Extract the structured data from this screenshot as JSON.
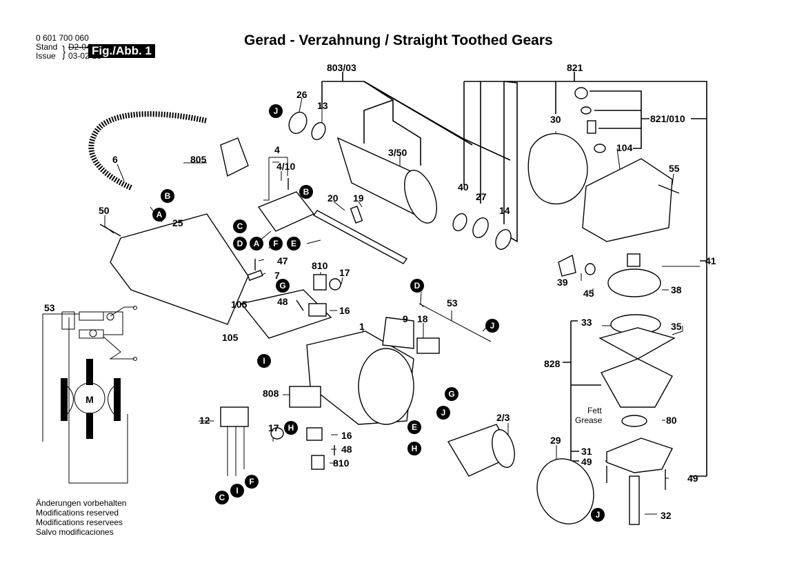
{
  "header": {
    "doc_number": "0 601 700 060",
    "stand_label": "Stand",
    "issue_label": "Issue",
    "stand_value_struck": "D2-04",
    "issue_value": "03-02-28",
    "figure_label": "Fig./Abb. 1",
    "title": "Gerad - Verzahnung / Straight Toothed Gears"
  },
  "footer": {
    "lines": [
      "Änderungen vorbehalten",
      "Modifications reserved",
      "Modifications reservees",
      "Salvo modificaciones"
    ]
  },
  "part_labels": {
    "p1": "1",
    "p2_3": "2/3",
    "p3_50": "3/50",
    "p4": "4",
    "p4_10": "4/10",
    "p6": "6",
    "p7": "7",
    "p9": "9",
    "p12": "12",
    "p13": "13",
    "p14": "14",
    "p16a": "16",
    "p16b": "16",
    "p17a": "17",
    "p17b": "17",
    "p18": "18",
    "p19": "19",
    "p20": "20",
    "p25": "25",
    "p26": "26",
    "p27": "27",
    "p29": "29",
    "p30": "30",
    "p31": "31",
    "p32": "32",
    "p33": "33",
    "p35": "35",
    "p38": "38",
    "p39": "39",
    "p40": "40",
    "p41": "41",
    "p45": "45",
    "p47": "47",
    "p48a": "48",
    "p48b": "48",
    "p49a": "49",
    "p49b": "49",
    "p50": "50",
    "p53a": "53",
    "p53b": "53",
    "p55": "55",
    "p80": "80",
    "p104": "104",
    "p105a": "105",
    "p105b": "105",
    "p803_03": "803/03",
    "p805": "805",
    "p808": "808",
    "p810a": "810",
    "p810b": "810",
    "p821": "821",
    "p821_010": "821/010",
    "p828": "828"
  },
  "grease_note": {
    "de": "Fett",
    "en": "Grease"
  },
  "motor_symbol": "M",
  "connection_markers": {
    "J1": "J",
    "B1": "B",
    "A1": "A",
    "B2": "B",
    "C1": "C",
    "D1": "D",
    "A2": "A",
    "F1": "F",
    "E1": "E",
    "G1": "G",
    "I1": "I",
    "D2": "D",
    "J2": "J",
    "G2": "G",
    "J3": "J",
    "E2": "E",
    "H1": "H",
    "H2": "H",
    "C2": "C",
    "I2": "I",
    "F2": "F",
    "J4": "J"
  }
}
